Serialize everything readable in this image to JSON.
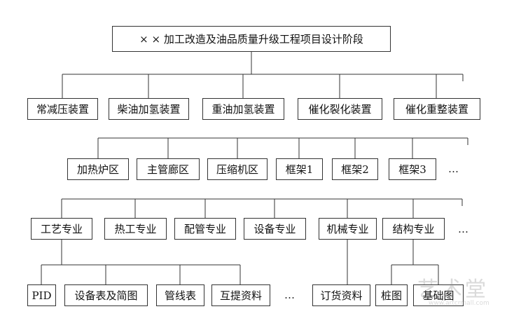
{
  "diagram": {
    "root": "× × 加工改造及油品质量升级工程项目设计阶段",
    "level1": [
      "常减压装置",
      "柴油加氢装置",
      "重油加氢装置",
      "催化裂化装置",
      "催化重整装置"
    ],
    "level2": [
      "加热炉区",
      "主管廊区",
      "压缩机区",
      "框架1",
      "框架2",
      "框架3"
    ],
    "level2_more": "…",
    "level3": [
      "工艺专业",
      "热工专业",
      "配管专业",
      "设备专业",
      "机械专业",
      "结构专业"
    ],
    "level3_more": "…",
    "level4_process": [
      "PID",
      "设备表及简图",
      "管线表",
      "互提资料"
    ],
    "level4_process_more": "…",
    "level4_mechanical": [
      "订货资料"
    ],
    "level4_structure": [
      "桩图",
      "基础图"
    ]
  },
  "watermark": {
    "text": "艺术堂",
    "url": "www.artcrmall.com"
  },
  "colors": {
    "line": "#333333",
    "text": "#111111",
    "background": "#ffffff"
  }
}
